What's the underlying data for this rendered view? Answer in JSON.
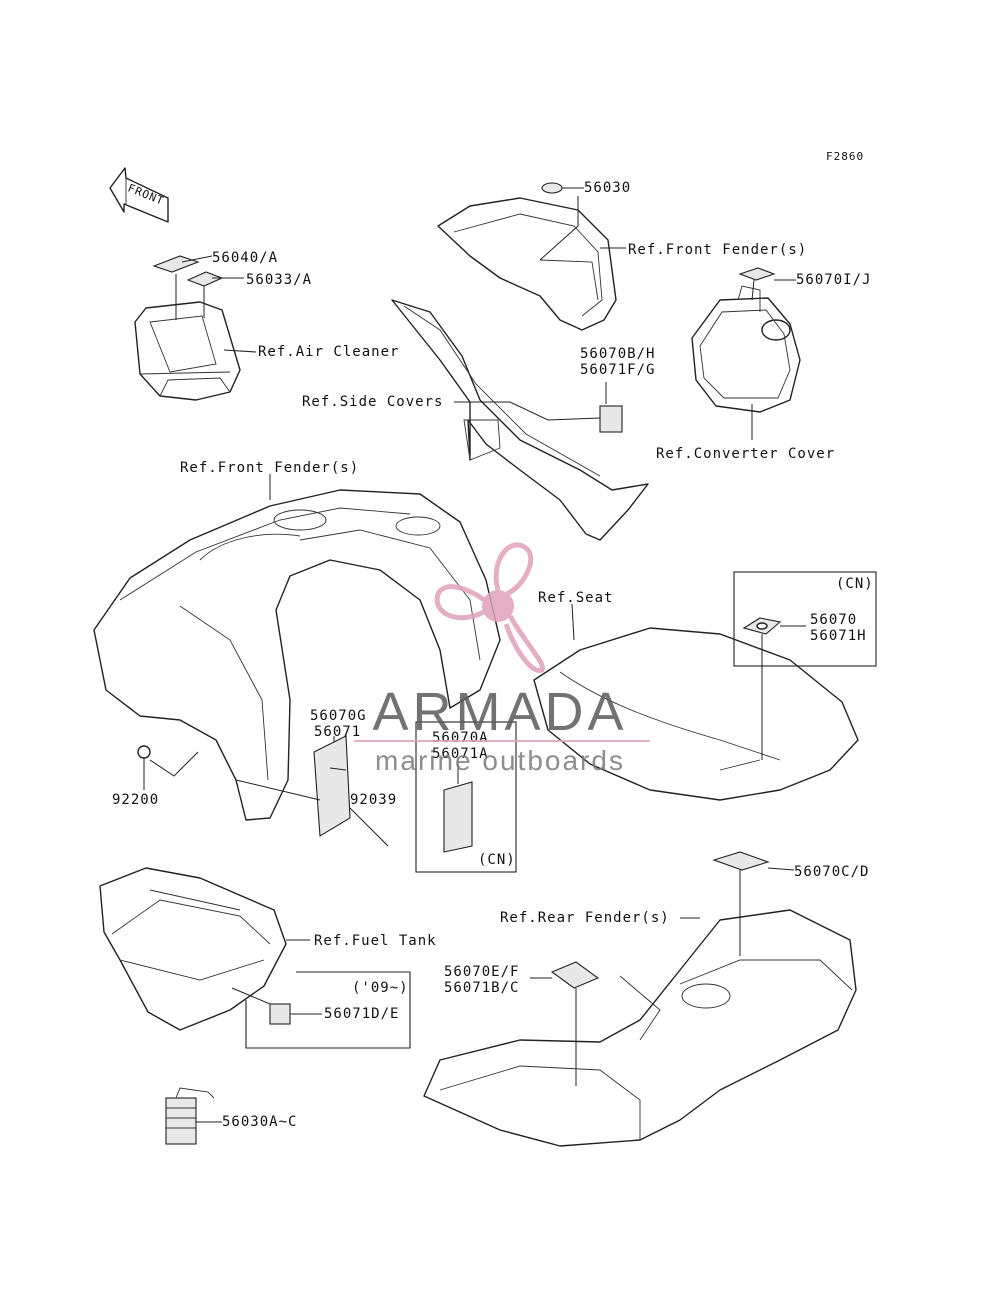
{
  "diagram": {
    "code": "F2860",
    "front_label": "FRONT",
    "labels": {
      "p56030": "56030",
      "ref_front_fender_top": "Ref.Front Fender(s)",
      "p56040": "56040/A",
      "p56033": "56033/A",
      "ref_air_cleaner": "Ref.Air Cleaner",
      "p56070ij": "56070I/J",
      "p56070bh": "56070B/H",
      "p56071fg": "56071F/G",
      "ref_side_covers": "Ref.Side Covers",
      "ref_converter_cover": "Ref.Converter Cover",
      "ref_front_fender_main": "Ref.Front Fender(s)",
      "ref_seat": "Ref.Seat",
      "cn_right": "(CN)",
      "p56070": "56070",
      "p56071h": "56071H",
      "p56070g": "56070G",
      "p56071": "56071",
      "p56070a": "56070A",
      "p56071a": "56071A",
      "cn_center": "(CN)",
      "p92200": "92200",
      "p92039": "92039",
      "p56070cd": "56070C/D",
      "ref_rear_fender": "Ref.Rear Fender(s)",
      "ref_fuel_tank": "Ref.Fuel Tank",
      "year_09": "('09~)",
      "p56071de": "56071D/E",
      "p56070ef": "56070E/F",
      "p56071bc": "56071B/C",
      "p56030ac": "56030A~C"
    }
  },
  "watermark": {
    "brand": "ARMADA",
    "tagline": "marine outboards",
    "accent_color": "#e0a0bc",
    "text_color": "#5a5a5a"
  }
}
